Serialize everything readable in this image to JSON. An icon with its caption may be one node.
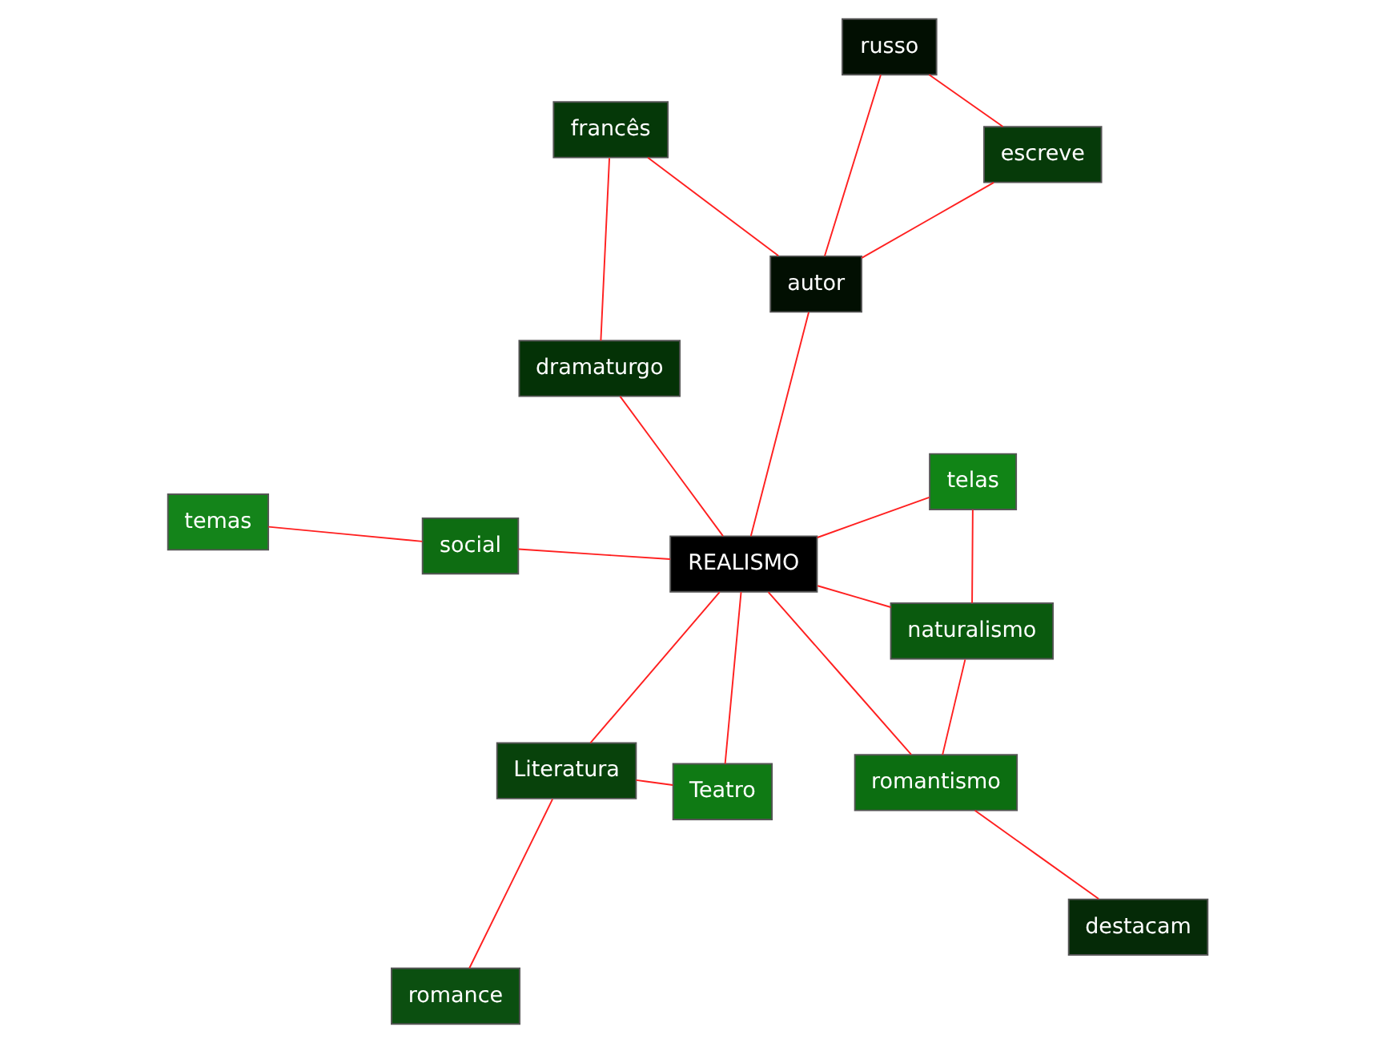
{
  "diagram": {
    "nodes": [
      {
        "text": [
          "temas"
        ]
      },
      {
        "text": [
          "Teatro"
        ]
      },
      {
        "text": [
          "romance"
        ]
      },
      {
        "text": [
          "social"
        ]
      },
      {
        "text": [
          "telas"
        ]
      },
      {
        "text": [
          "naturalismo"
        ]
      },
      {
        "text": [
          "Literatura"
        ]
      },
      {
        "text": [
          "REALISMO"
        ]
      },
      {
        "text": [
          "romantismo"
        ]
      },
      {
        "text": [
          "destacam"
        ]
      },
      {
        "text": [
          "dramaturgo"
        ]
      },
      {
        "text": [
          "francês"
        ]
      },
      {
        "text": [
          "autor"
        ]
      },
      {
        "text": [
          "escreve"
        ]
      },
      {
        "text": [
          "russo"
        ]
      }
    ],
    "edges": [
      {
        "from": 2,
        "to": 6,
        "arrow": "none"
      },
      {
        "from": 1,
        "to": 6,
        "arrow": "none"
      },
      {
        "from": 6,
        "to": 7,
        "arrow": "none"
      },
      {
        "from": 1,
        "to": 7,
        "arrow": "none"
      },
      {
        "from": 0,
        "to": 3,
        "arrow": "none"
      },
      {
        "from": 3,
        "to": 7,
        "arrow": "none"
      },
      {
        "from": 4,
        "to": 7,
        "arrow": "none"
      },
      {
        "from": 4,
        "to": 5,
        "arrow": "none"
      },
      {
        "from": 5,
        "to": 7,
        "arrow": "none"
      },
      {
        "from": 5,
        "to": 8,
        "arrow": "none"
      },
      {
        "from": 8,
        "to": 7,
        "arrow": "none"
      },
      {
        "from": 8,
        "to": 9,
        "arrow": "none"
      },
      {
        "from": 7,
        "to": 10,
        "arrow": "none"
      },
      {
        "from": 7,
        "to": 12,
        "arrow": "none"
      },
      {
        "from": 10,
        "to": 11,
        "arrow": "none"
      },
      {
        "from": 11,
        "to": 12,
        "arrow": "none"
      },
      {
        "from": 12,
        "to": 13,
        "arrow": "none"
      },
      {
        "from": 12,
        "to": 14,
        "arrow": "none"
      },
      {
        "from": 13,
        "to": 14,
        "arrow": "none"
      }
    ]
  }
}
